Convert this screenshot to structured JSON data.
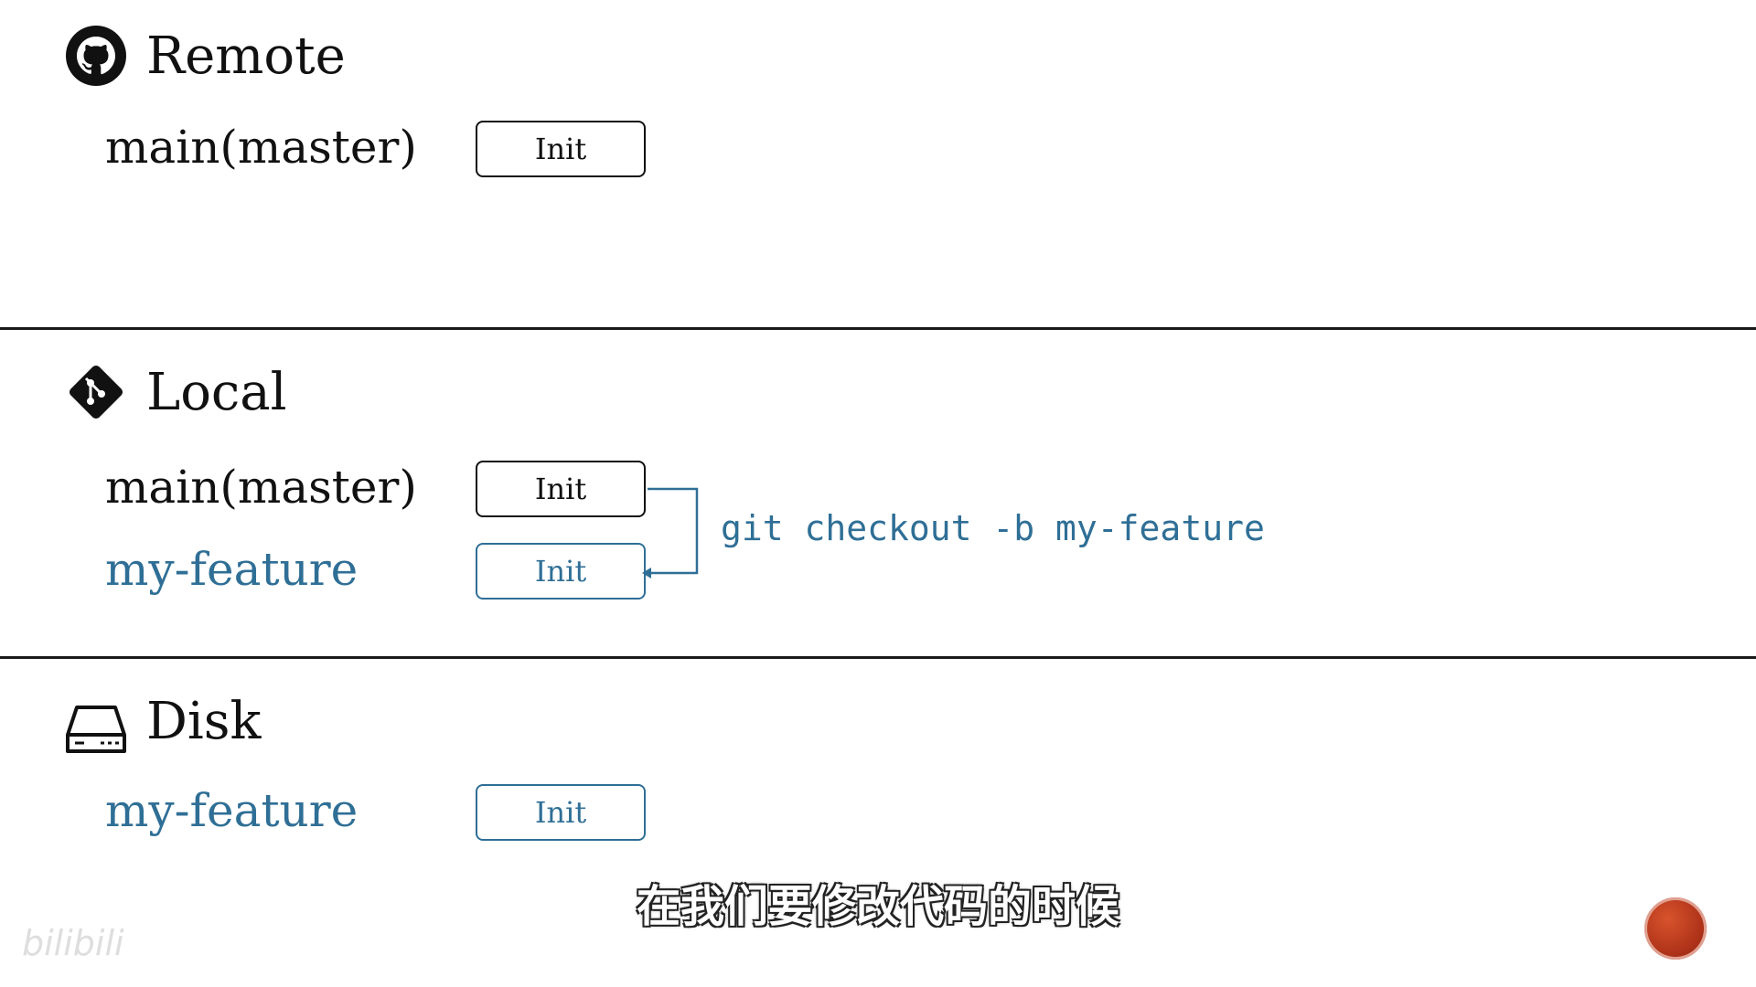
{
  "sections": {
    "remote": {
      "title": "Remote",
      "icon": "github-icon",
      "branches": [
        {
          "label": "main(master)",
          "commit": "Init",
          "color": "#111111"
        }
      ]
    },
    "local": {
      "title": "Local",
      "icon": "git-icon",
      "branches": [
        {
          "label": "main(master)",
          "commit": "Init",
          "color": "#111111"
        },
        {
          "label": "my-feature",
          "commit": "Init",
          "color": "#2f6f96"
        }
      ],
      "command": "git checkout -b my-feature"
    },
    "disk": {
      "title": "Disk",
      "icon": "hard-drive-icon",
      "branches": [
        {
          "label": "my-feature",
          "commit": "Init",
          "color": "#2f6f96"
        }
      ]
    }
  },
  "subtitle": "在我们要修改代码的时候",
  "watermark": "bilibili",
  "colors": {
    "accent": "#2f6f96",
    "text": "#111111",
    "record": "#c0401f"
  }
}
